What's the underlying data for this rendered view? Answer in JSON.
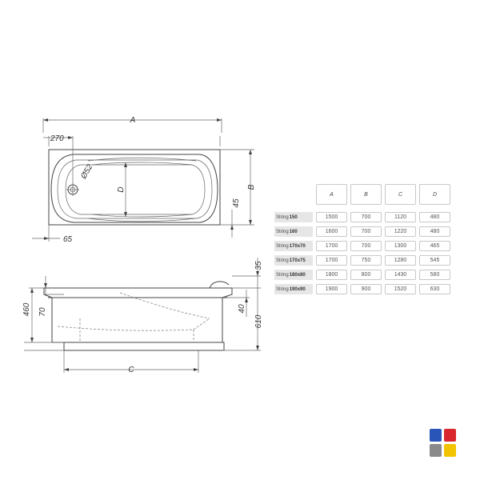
{
  "dimensions": {
    "A": "A",
    "B": "B",
    "C": "C",
    "D": "D",
    "drain": "Ø52",
    "d270": "270",
    "d65": "65",
    "d45": "45",
    "d35": "35",
    "d460": "460",
    "d70": "70",
    "d40": "40",
    "d610": "610"
  },
  "table": {
    "headers": [
      "A",
      "B",
      "C",
      "D"
    ],
    "rows": [
      {
        "name": "String",
        "size": "150",
        "values": [
          "1500",
          "700",
          "1120",
          "480"
        ]
      },
      {
        "name": "String",
        "size": "160",
        "values": [
          "1600",
          "700",
          "1220",
          "480"
        ]
      },
      {
        "name": "String",
        "size": "170x70",
        "values": [
          "1700",
          "700",
          "1300",
          "465"
        ]
      },
      {
        "name": "String",
        "size": "170x75",
        "values": [
          "1700",
          "750",
          "1280",
          "545"
        ]
      },
      {
        "name": "String",
        "size": "180x80",
        "values": [
          "1800",
          "800",
          "1430",
          "580"
        ]
      },
      {
        "name": "String",
        "size": "190x90",
        "values": [
          "1900",
          "900",
          "1520",
          "630"
        ]
      }
    ]
  },
  "colors": {
    "blue": "#2a55b8",
    "red": "#d8262c",
    "grey": "#8a8a8a",
    "yellow": "#f2c300"
  }
}
